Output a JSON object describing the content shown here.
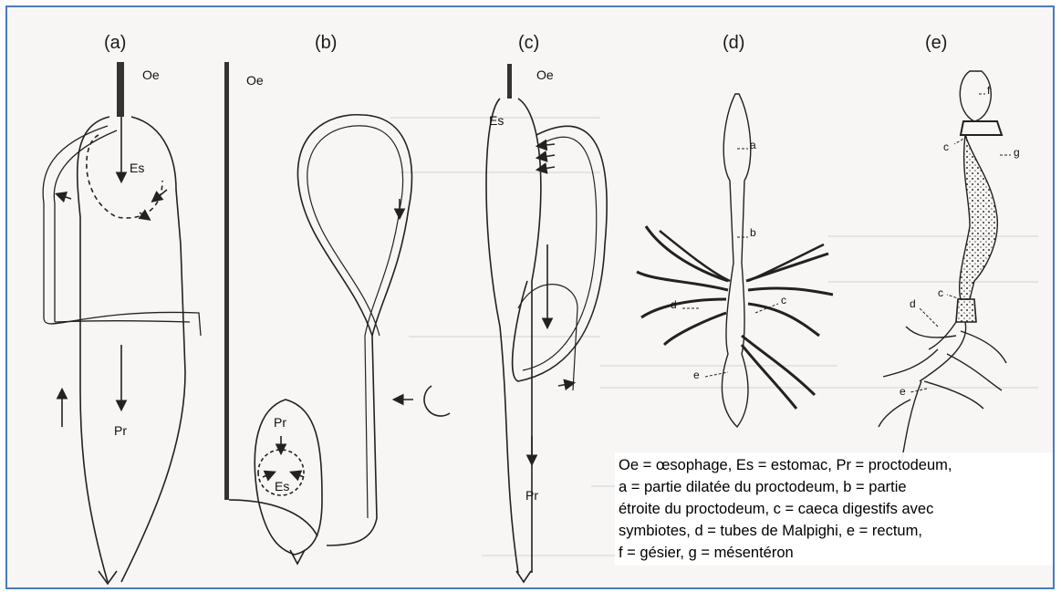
{
  "panels": [
    "(a)",
    "(b)",
    "(c)",
    "(d)",
    "(e)"
  ],
  "labels": {
    "oe": "Oe",
    "es": "Es",
    "pr": "Pr",
    "a": "a",
    "b": "b",
    "c": "c",
    "d": "d",
    "e": "e",
    "f": "f",
    "g": "g"
  },
  "legend": [
    "Oe = œsophage, Es = estomac, Pr = proctodeum,",
    "a = partie dilatée du proctodeum, b = partie",
    "étroite du proctodeum, c = caeca digestifs avec",
    "symbiotes, d = tubes de Malpighi, e = rectum,",
    "f = gésier, g = mésentéron"
  ],
  "colors": {
    "frame_border": "#4a7bbf",
    "ink": "#222222"
  }
}
